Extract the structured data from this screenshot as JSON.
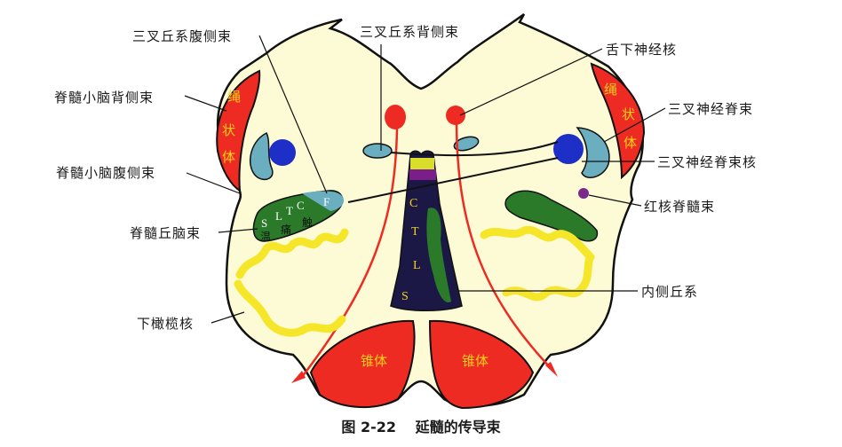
{
  "figure": {
    "number": "图 2-22",
    "title": "延髓的传导束"
  },
  "labels_left": [
    {
      "id": "trigeminothalamic-ventral",
      "text": "三叉丘系腹侧束"
    },
    {
      "id": "dorsal-spinocerebellar",
      "text": "脊髓小脑背侧束"
    },
    {
      "id": "ventral-spinocerebellar",
      "text": "脊髓小脑腹侧束"
    },
    {
      "id": "spinothalamic",
      "text": "脊髓丘脑束"
    },
    {
      "id": "inferior-olive",
      "text": "下橄榄核"
    }
  ],
  "labels_top": [
    {
      "id": "trigeminothalamic-dorsal",
      "text": "三叉丘系背侧束"
    }
  ],
  "labels_right": [
    {
      "id": "hypoglossal-nucleus",
      "text": "舌下神经核"
    },
    {
      "id": "spinal-trigeminal-tract",
      "text": "三叉神经脊束"
    },
    {
      "id": "spinal-trigeminal-nucleus",
      "text": "三叉神经脊束核"
    },
    {
      "id": "rubrospinal",
      "text": "红核脊髓束"
    },
    {
      "id": "medial-lemniscus",
      "text": "内侧丘系"
    }
  ],
  "inner_labels": {
    "restiform_body": [
      "绳",
      "状",
      "体"
    ],
    "pyramid": "锥体",
    "spinothalamic_letters": [
      "S",
      "L",
      "T",
      "C"
    ],
    "spinothalamic_F": "F",
    "spinothalamic_modalities": [
      "温",
      "痛",
      "触"
    ],
    "medial_lemniscus_letters": [
      "C",
      "T",
      "L",
      "S"
    ]
  },
  "colors": {
    "background": "#fdfbd6",
    "outline": "#111111",
    "restiform": "#ee2b22",
    "pyramid": "#ee2b22",
    "spinal_trig_tract": "#6aaec0",
    "spinal_trig_nucleus": "#1e2fc8",
    "spinothalamic": "#2a7a2a",
    "olive": "#f5e62a",
    "lemniscus_dark": "#1c1846",
    "lemniscus_purple": "#7a1f8a",
    "lemniscus_yellow": "#d8de2a",
    "rubrospinal": "#7a2a8a",
    "inner_text": "#f5d21a"
  }
}
